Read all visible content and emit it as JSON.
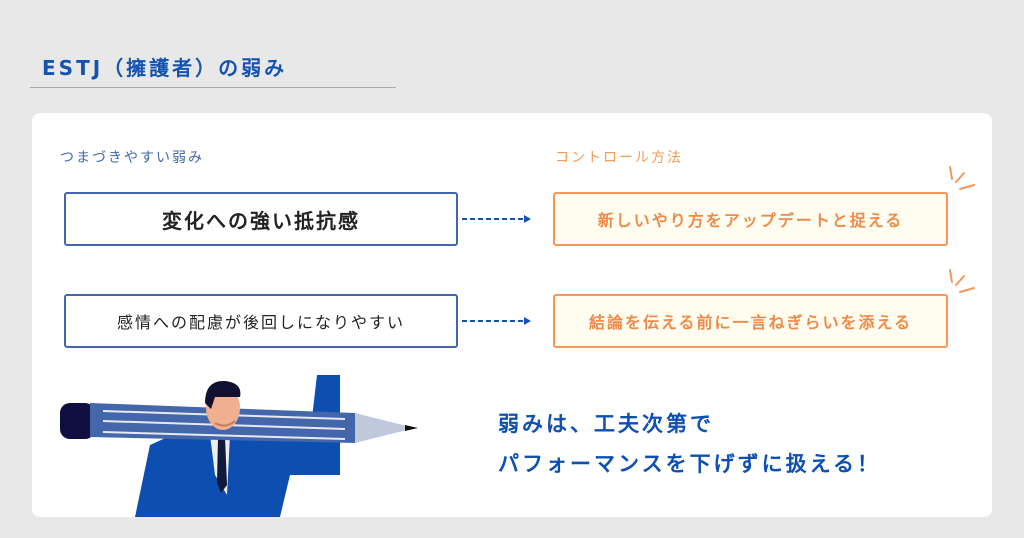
{
  "title": "ESTJ（擁護者）の弱み",
  "columns": {
    "weakness": "つまづきやすい弱み",
    "control": "コントロール方法"
  },
  "rows": [
    {
      "weakness": "変化への強い抵抗感",
      "control": "新しいやり方をアップデートと捉える"
    },
    {
      "weakness": "感情への配慮が後回しになりやすい",
      "control": "結論を伝える前に一言ねぎらいを添える"
    }
  ],
  "message": {
    "line1": "弱みは、工夫次第で",
    "line2": "パフォーマンスを下げずに扱える！"
  },
  "colors": {
    "blue": "#1553b0",
    "orange": "#f5965a",
    "cream": "#fffdf0"
  }
}
